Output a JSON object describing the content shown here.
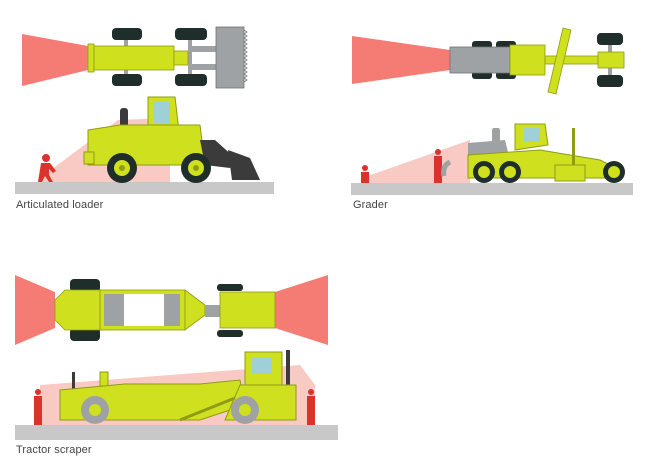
{
  "colors": {
    "machine": "#cfe01f",
    "machine_dark": "#8f9c14",
    "blindspot": "#f47c74",
    "blindspot_light": "#f9c9c3",
    "tire": "#1f2e2b",
    "ground": "#c8c8c8",
    "gray_part": "#9ea2a4",
    "worker": "#d9332b",
    "label": "#444444"
  },
  "panels": [
    {
      "id": "articulated-loader",
      "label": "Articulated loader"
    },
    {
      "id": "grader",
      "label": "Grader"
    },
    {
      "id": "tractor-scraper",
      "label": "Tractor scraper"
    }
  ]
}
